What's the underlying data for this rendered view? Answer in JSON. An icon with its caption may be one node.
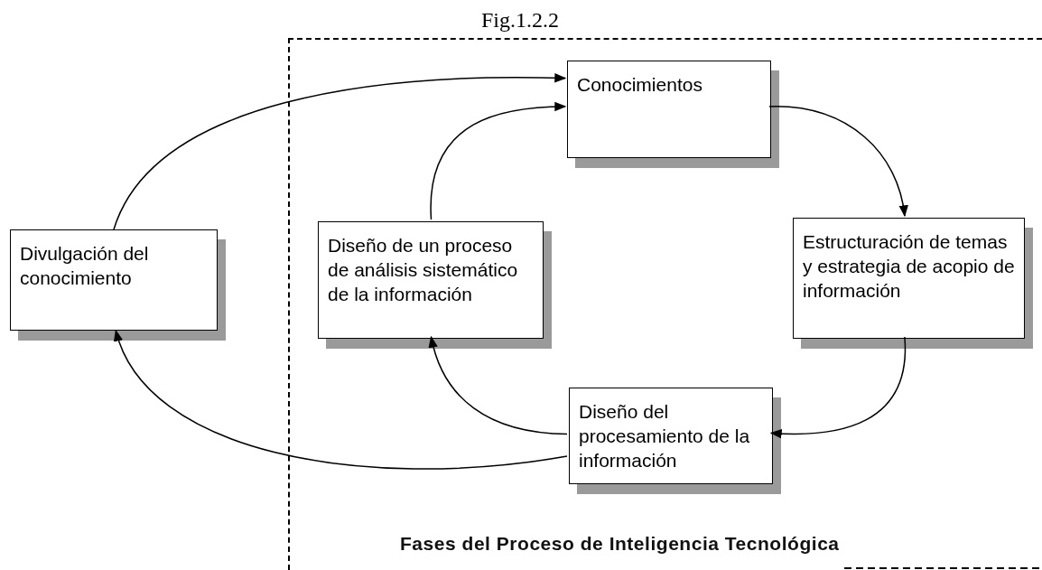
{
  "diagram": {
    "title": "Fig.1.2.2",
    "nodes": [
      {
        "text": [
          "Fases del Proceso de Inteligencia Tecnológica"
        ]
      },
      {
        "text": [
          "Conocimientos"
        ],
        "in": 0
      },
      {
        "text": [
          "Divulgación del conocimiento"
        ]
      },
      {
        "text": [
          "Diseño de un proceso de análisis sistemático de la información"
        ],
        "in": 0
      },
      {
        "text": [
          "Estructuración de temas y estrategia de acopio de información"
        ],
        "in": 0
      },
      {
        "text": [
          "Diseño del procesamiento de la información"
        ],
        "in": 0
      }
    ],
    "edges": [
      {
        "from": 1,
        "to": 4,
        "arrow": "to"
      },
      {
        "from": 4,
        "to": 5,
        "arrow": "to"
      },
      {
        "from": 5,
        "to": 3,
        "arrow": "to"
      },
      {
        "from": 3,
        "to": 1,
        "arrow": "to"
      },
      {
        "from": 5,
        "to": 2,
        "arrow": "to"
      },
      {
        "from": 2,
        "to": 1,
        "arrow": "to"
      }
    ]
  }
}
